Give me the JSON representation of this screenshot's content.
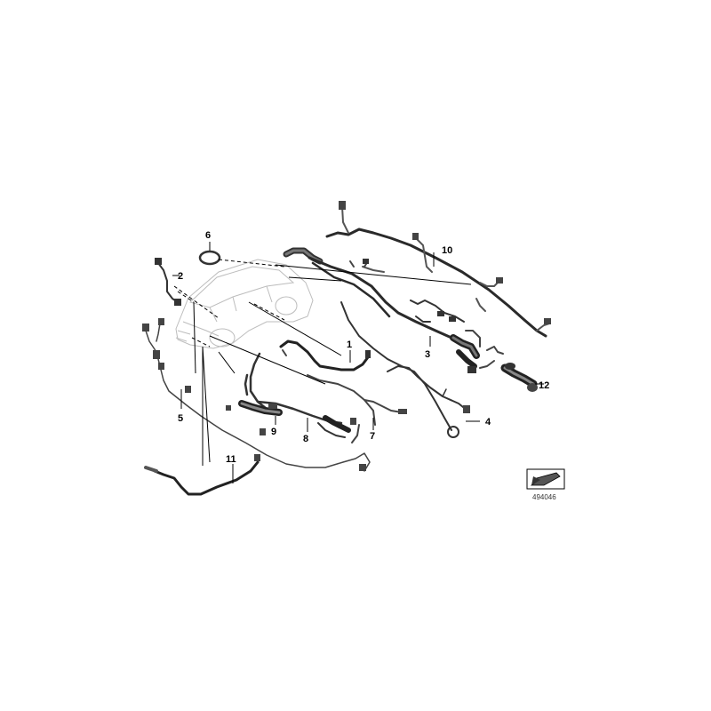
{
  "diagram": {
    "parts": [
      {
        "number": "1"
      },
      {
        "number": "2"
      },
      {
        "number": "3"
      },
      {
        "number": "4"
      },
      {
        "number": "5"
      },
      {
        "number": "6"
      },
      {
        "number": "7"
      },
      {
        "number": "8"
      },
      {
        "number": "9"
      },
      {
        "number": "10"
      },
      {
        "number": "11"
      },
      {
        "number": "12"
      }
    ],
    "reference_code": "494046"
  }
}
